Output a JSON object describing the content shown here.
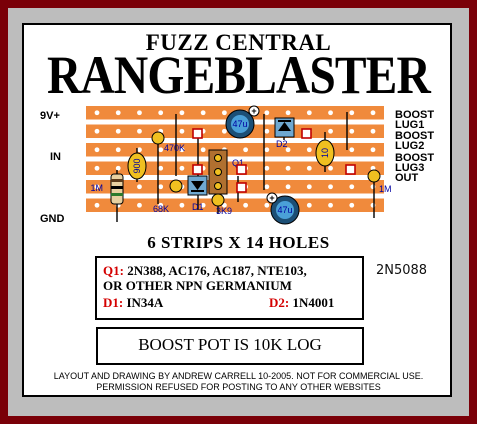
{
  "header": {
    "subtitle": "FUZZ CENTRAL",
    "title": "RANGEBLASTER"
  },
  "board": {
    "left_labels": {
      "power": "9V+",
      "input": "IN",
      "ground": "GND"
    },
    "right_labels": {
      "boost_lug1_line1": "BOOST",
      "boost_lug1_line2": "LUG1",
      "boost_lug2_line1": "BOOST",
      "boost_lug2_line2": "LUG2",
      "boost_lug3_line1": "BOOST",
      "boost_lug3_line2": "LUG3",
      "output": "OUT"
    },
    "components": {
      "cap_top": "47u",
      "cap_bottom": "47u",
      "res_470k": "470K",
      "res_68k": "68K",
      "res_3k9": "3K9",
      "res_1m_left": "1M",
      "res_1m_right": "1M",
      "cap_900": "900",
      "cap_10": "10",
      "diode1": "D1",
      "diode2": "D2",
      "transistor": "Q1",
      "plus": "+"
    },
    "strip_color": "#f08a3c",
    "hole_color": "#ffffff"
  },
  "strips_caption": "6 STRIPS X 14 HOLES",
  "parts": {
    "q1_label": "Q1:",
    "q1_line1": "2N388, AC176, AC187, NTE103,",
    "q1_line2": "OR OTHER NPN GERMANIUM",
    "d1_label": "D1:",
    "d1_value": "IN34A",
    "d2_label": "D2:",
    "d2_value": "1N4001",
    "accent": "#d40000"
  },
  "part_number": "2N5088",
  "pot_note": "BOOST POT IS 10K LOG",
  "credit": {
    "line1": "LAYOUT AND DRAWING BY ANDREW CARRELL 10-2005. NOT FOR COMMERCIAL USE.",
    "line2": "PERMISSION REFUSED FOR POSTING TO ANY OTHER WEBSITES"
  }
}
